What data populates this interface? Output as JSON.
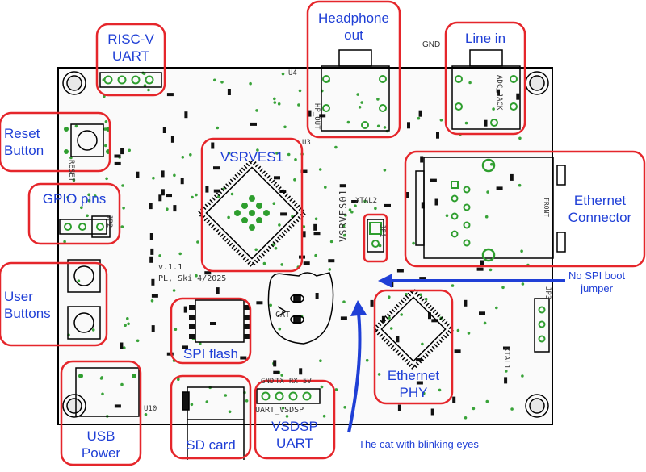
{
  "labels": {
    "riscv_uart": [
      "RISC-V",
      "UART"
    ],
    "headphone_out": [
      "Headphone",
      "out"
    ],
    "line_in": [
      "Line in"
    ],
    "reset_button": [
      "Reset",
      "Button"
    ],
    "vsrves1": [
      "VSRVES1"
    ],
    "gpio_pins": [
      "GPIO pins"
    ],
    "ethernet_connector": [
      "Ethernet",
      "Connector"
    ],
    "user_buttons": [
      "User",
      "Buttons"
    ],
    "spi_flash": [
      "SPI flash"
    ],
    "ethernet_phy": [
      "Ethernet",
      "PHY"
    ],
    "usb_power": [
      "USB",
      "Power"
    ],
    "sd_card": [
      "SD card"
    ],
    "vsdsp_uart": [
      "VSDSP",
      "UART"
    ]
  },
  "notes": {
    "no_spi_boot": [
      "No SPI boot",
      "jumper"
    ],
    "cat": "The cat with blinking eyes"
  },
  "silkscreen": {
    "board_name": "VSRVES01",
    "version": "v.1.1",
    "credit": "PL, Ski 4/2025",
    "uart_vsdsp": "UART_VSDSP",
    "gnd_top": "GND",
    "hp_out": "HP_OUT",
    "adc_jack": "ADC_JACK",
    "front": "FRONT",
    "reset": "RESET",
    "chip_u3": "U3",
    "chip_u4": "U4",
    "cat_text": "CAT",
    "xtal2": "XTAL2",
    "xtal1": "XTAL1",
    "jp1": "JP1",
    "jp2": "JP2",
    "jp3": "JP3",
    "u10": "U10",
    "uart_pins": [
      "GND",
      "TX",
      "RX",
      "5V"
    ]
  },
  "colors": {
    "highlight_box": "#e5262b",
    "label_text": "#1f3fd6",
    "arrow": "#1f3fd6",
    "pcb_pads": "#2e9e2e",
    "outline": "#000000"
  }
}
